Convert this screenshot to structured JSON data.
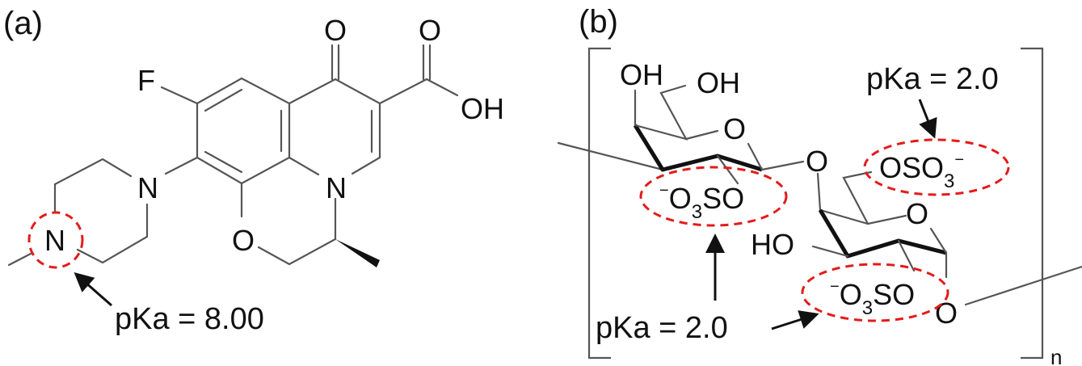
{
  "panel_a": {
    "label": "(a)",
    "atoms": {
      "F": "F",
      "ketone_O": "O",
      "acid_O": "O",
      "acid_OH": "OH",
      "N_aryl": "N",
      "N_ring": "N",
      "N_methyl": "N",
      "O_ring": "O"
    },
    "annotation": "pKa = 8.00"
  },
  "panel_b": {
    "label": "(b)",
    "atoms": {
      "OH1": "OH",
      "OH2": "OH",
      "O_ring1": "O",
      "O_glyc": "O",
      "O_ring2": "O",
      "HO": "HO",
      "O_link": "O"
    },
    "sulfate_top": {
      "main": "OSO",
      "sub": "3",
      "sup": "−"
    },
    "sulfate_left": {
      "sup": "−",
      "o": "O",
      "sub": "3",
      "rest": "SO"
    },
    "sulfate_bottom": {
      "sup": "−",
      "o": "O",
      "sub": "3",
      "rest": "SO"
    },
    "annotation_top": "pKa = 2.0",
    "annotation_bottom": "pKa = 2.0",
    "repeat_subscript": "n"
  }
}
